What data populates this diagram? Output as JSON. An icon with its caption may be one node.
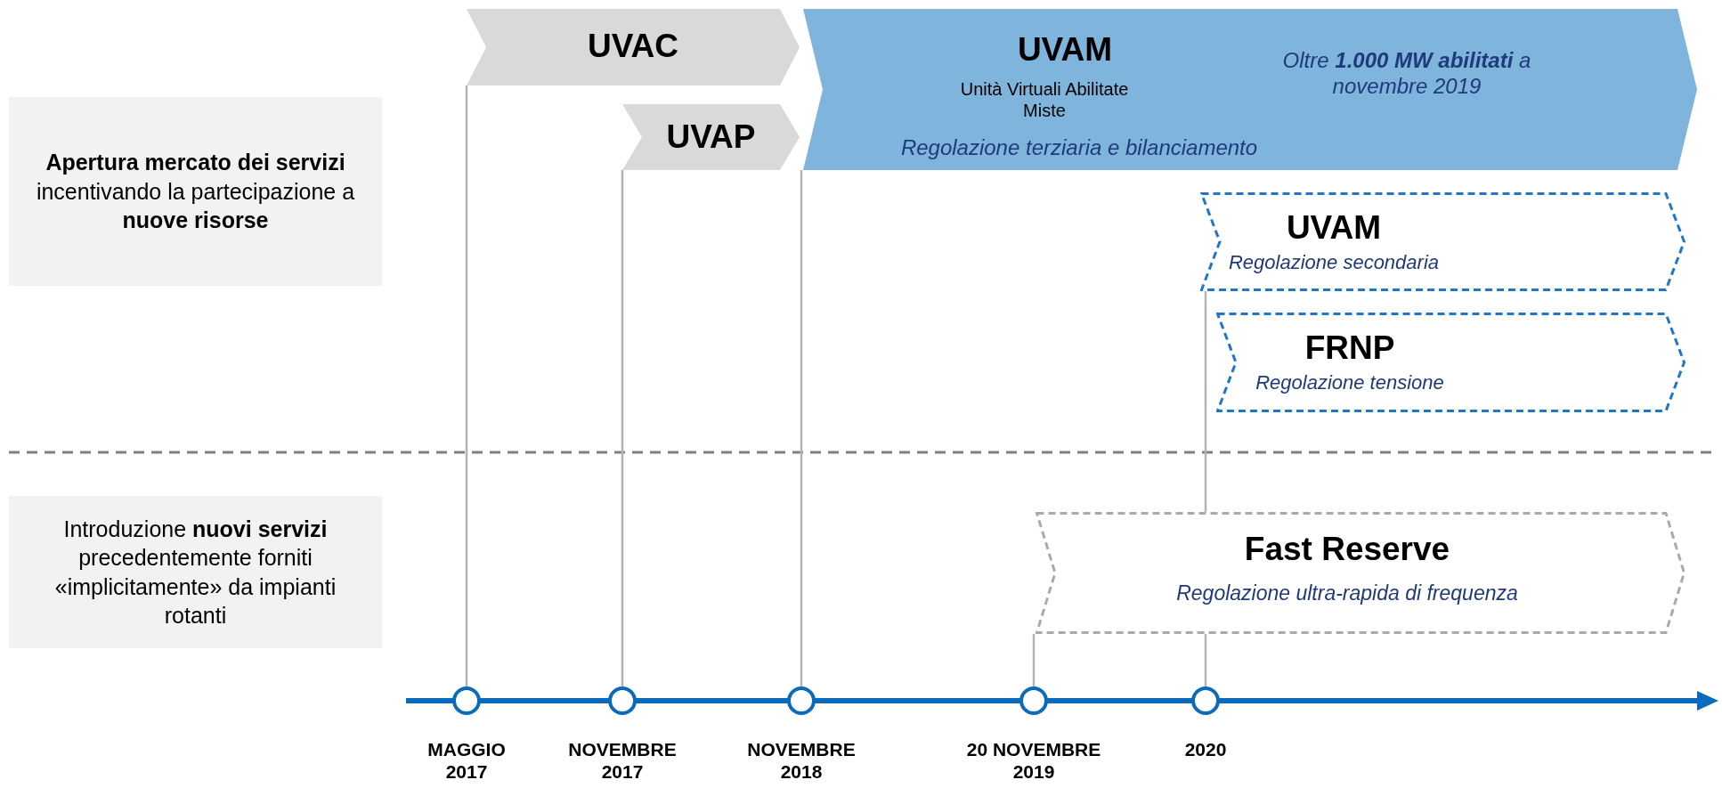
{
  "diagram": {
    "nodes": [
      {
        "text": [
          "UVAC"
        ]
      },
      {
        "text": [
          "UVAM",
          "Unità Virtuali Abilitate Miste",
          "Regolazione terziaria e bilanciamento",
          "Oltre **1.000 MW abilitati** a novembre 2019"
        ]
      },
      {
        "text": [
          "**Apertura mercato dei servizi** incentivando la partecipazione a **nuove risorse**"
        ]
      },
      {
        "text": [
          "UVAP"
        ]
      },
      {
        "text": [
          "UVAM",
          "Regolazione secondaria"
        ]
      },
      {
        "text": [
          "FRNP",
          "Regolazione tensione"
        ]
      },
      {
        "text": [
          "Introduzione **nuovi servizi** precedentemente forniti «implicitamente» da impianti rotanti"
        ]
      },
      {
        "text": [
          "Fast Reserve",
          "Regolazione ultra-rapida di frequenza"
        ]
      },
      {
        "text": [],
        "shape": "circle",
        "beside": [
          "MAGGIO 2017"
        ]
      },
      {
        "text": [],
        "shape": "circle",
        "beside": [
          "NOVEMBRE 2017"
        ]
      },
      {
        "text": [],
        "shape": "circle",
        "beside": [
          "NOVEMBRE 2018"
        ]
      },
      {
        "text": [],
        "shape": "circle",
        "beside": [
          "20 NOVEMBRE 2019"
        ]
      },
      {
        "text": [],
        "shape": "circle",
        "beside": [
          "2020"
        ]
      }
    ],
    "edges": [
      {
        "from": 8,
        "to": 0,
        "arrow": "none"
      },
      {
        "from": 9,
        "to": 3,
        "arrow": "none"
      },
      {
        "from": 10,
        "to": 1,
        "arrow": "none"
      },
      {
        "from": 11,
        "to": 7,
        "arrow": "none"
      },
      {
        "from": 12,
        "to": 7,
        "arrow": "none"
      },
      {
        "from": 7,
        "to": 4,
        "arrow": "none"
      }
    ]
  }
}
